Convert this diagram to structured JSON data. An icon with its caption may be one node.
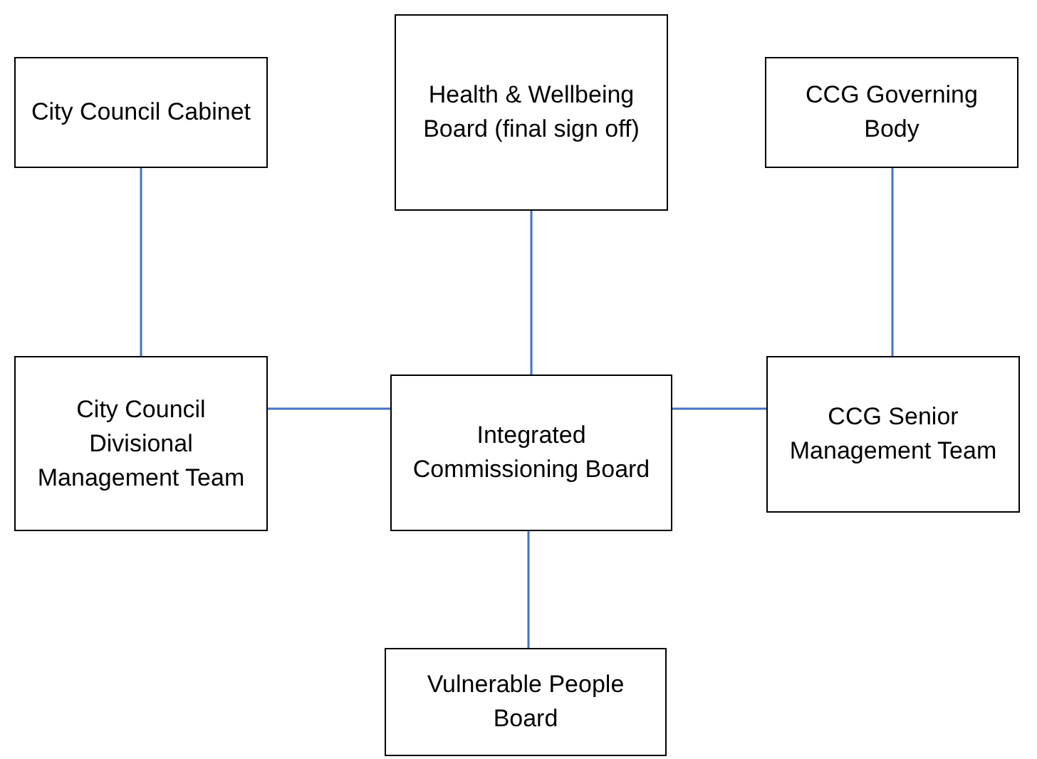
{
  "diagram": {
    "nodes": [
      {
        "text": [
          "City Council Cabinet"
        ]
      },
      {
        "text": [
          "Health & Wellbeing Board (final sign off)"
        ]
      },
      {
        "text": [
          "CCG Governing Body"
        ]
      },
      {
        "text": [
          "City Council Divisional Management Team"
        ]
      },
      {
        "text": [
          "Integrated Commissioning Board"
        ]
      },
      {
        "text": [
          "CCG Senior Management Team"
        ]
      },
      {
        "text": [
          "Vulnerable People Board"
        ]
      }
    ],
    "edges": [
      {
        "from": 0,
        "to": 3,
        "arrow": "none"
      },
      {
        "from": 1,
        "to": 4,
        "arrow": "none"
      },
      {
        "from": 2,
        "to": 5,
        "arrow": "none"
      },
      {
        "from": 3,
        "to": 4,
        "arrow": "none"
      },
      {
        "from": 5,
        "to": 4,
        "arrow": "none"
      },
      {
        "from": 4,
        "to": 6,
        "arrow": "none"
      }
    ]
  }
}
